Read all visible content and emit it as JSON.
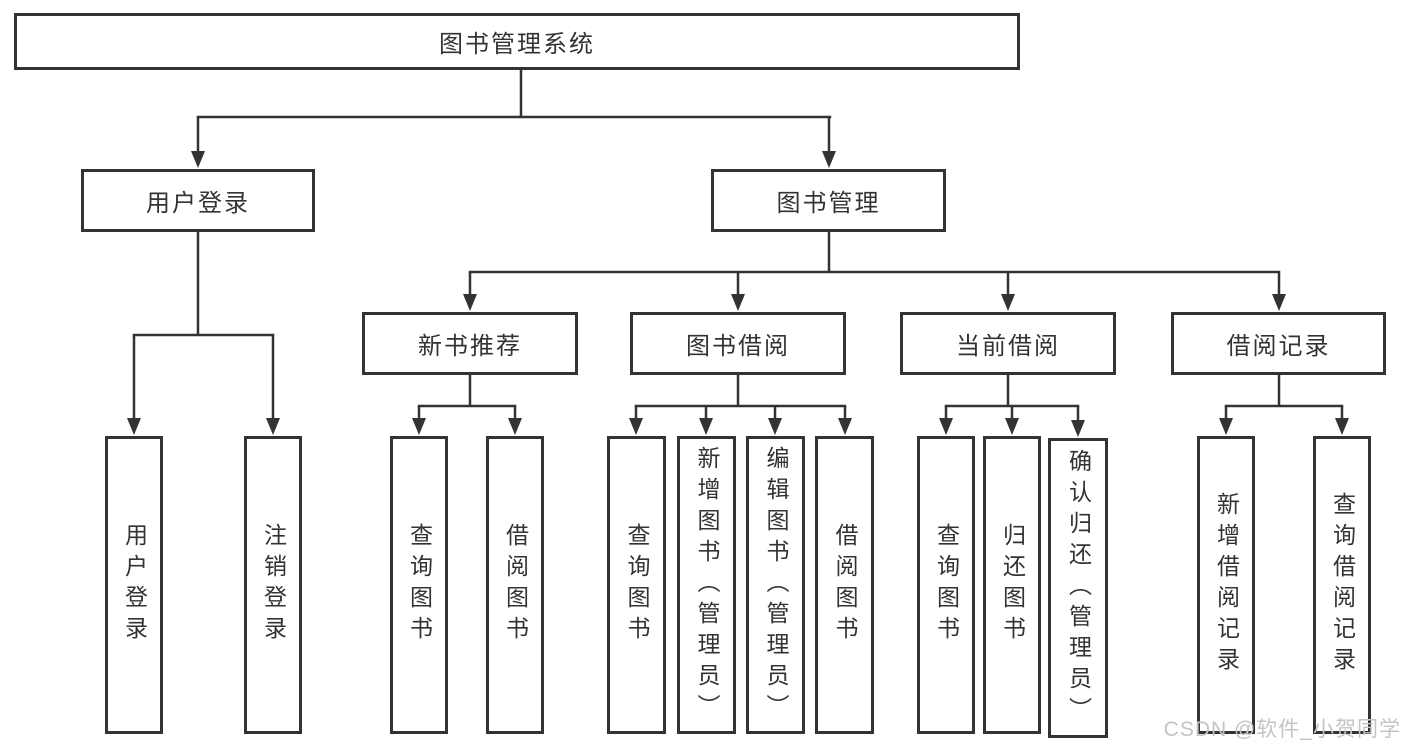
{
  "nodes": {
    "root": "图书管理系统",
    "branches": [
      {
        "label": "用户登录",
        "children": [
          "用户登录",
          "注销登录"
        ]
      },
      {
        "label": "图书管理",
        "groups": [
          {
            "label": "新书推荐",
            "children": [
              "查询图书",
              "借阅图书"
            ]
          },
          {
            "label": "图书借阅",
            "children": [
              "查询图书",
              "新增图书（管理员）",
              "编辑图书（管理员）",
              "借阅图书"
            ]
          },
          {
            "label": "当前借阅",
            "children": [
              "查询图书",
              "归还图书",
              "确认归还（管理员）"
            ]
          },
          {
            "label": "借阅记录",
            "children": [
              "新增借阅记录",
              "查询借阅记录"
            ]
          }
        ]
      }
    ]
  },
  "watermark": "CSDN @软件_小贺同学",
  "colors": {
    "line": "#333333",
    "box_border": "#333333",
    "text": "#333333",
    "background": "#ffffff",
    "watermark": "#c4c4c4"
  }
}
